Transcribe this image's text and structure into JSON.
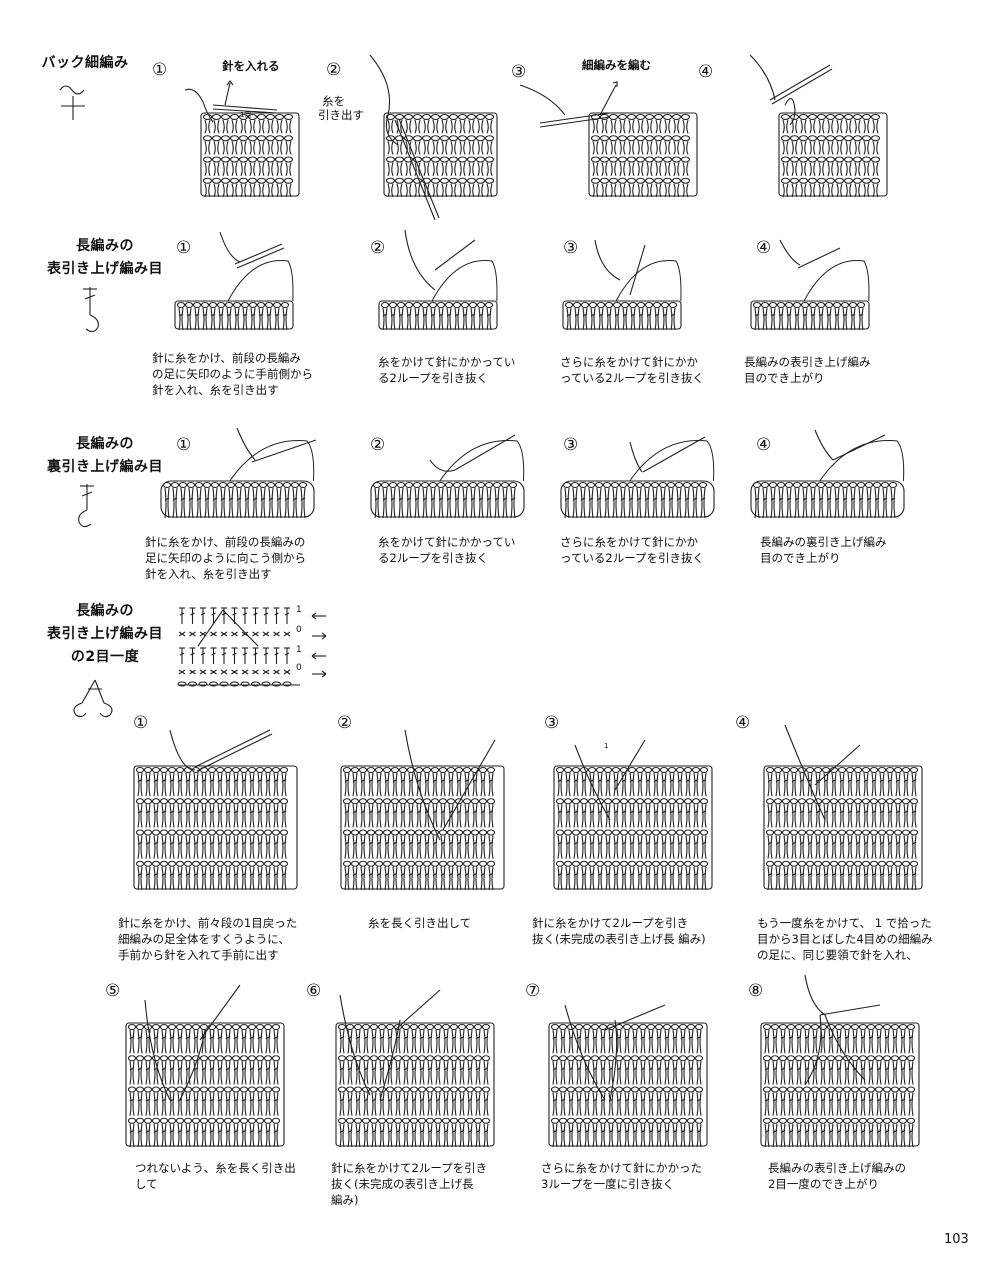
{
  "sections": {
    "back_sc": {
      "title": "バック細編み",
      "steps": [
        "①",
        "②",
        "③",
        "④"
      ],
      "labels": {
        "insert_hook": "針を入れる",
        "first_stitch": "1目",
        "pull_yarn_1": "糸を",
        "pull_yarn_2": "引き出す",
        "work_sc": "細編みを編む"
      }
    },
    "fpdc": {
      "title_1": "長編みの",
      "title_2": "表引き上げ編み目",
      "steps": [
        "①",
        "②",
        "③",
        "④"
      ],
      "captions": [
        [
          "針に糸をかけ、前段の長編み",
          "の足に矢印のように手前側から",
          "針を入れ、糸を引き出す"
        ],
        [
          "糸をかけて針にかかってい",
          "る2ループを引き抜く"
        ],
        [
          "さらに糸をかけて針にかか",
          "っている2ループを引き抜く"
        ],
        [
          "長編みの表引き上げ編み",
          "目のでき上がり"
        ]
      ]
    },
    "bpdc": {
      "title_1": "長編みの",
      "title_2": "裏引き上げ編み目",
      "steps": [
        "①",
        "②",
        "③",
        "④"
      ],
      "captions": [
        [
          "針に糸をかけ、前段の長編みの",
          "足に矢印のように向こう側から",
          "針を入れ、糸を引き出す"
        ],
        [
          "糸をかけて針にかかってい",
          "る2ループを引き抜く"
        ],
        [
          "さらに糸をかけて針にかか",
          "っている2ループを引き抜く"
        ],
        [
          "長編みの裏引き上げ編み",
          "目のでき上がり"
        ]
      ]
    },
    "fpdc2tog": {
      "title_1": "長編みの",
      "title_2": "表引き上げ編み目",
      "title_3": "の2目一度",
      "chart_markers": [
        "1",
        "0",
        "1",
        "0"
      ],
      "steps": [
        "①",
        "②",
        "③",
        "④",
        "⑤",
        "⑥",
        "⑦",
        "⑧"
      ],
      "step3_mark": "1",
      "captions": [
        [
          "針に糸をかけ、前々段の1目戻った",
          "細編みの足全体をすくうように、",
          "手前から針を入れて手前に出す"
        ],
        [
          "糸を長く引き出して"
        ],
        [
          "針に糸をかけて2ループを引き",
          "抜く(未完成の表引き上げ長 編み)"
        ],
        [
          "もう一度糸をかけて、 1 で拾った",
          "目から3目とばした4目めの細編み",
          "の足に、同じ要領で針を入れ、"
        ],
        [
          "つれないよう、糸を長く引き出",
          "して"
        ],
        [
          "針に糸をかけて2ループを引き",
          "抜く(未完成の表引き上げ長",
          "編み)"
        ],
        [
          "さらに糸をかけて針にかかった",
          "3ループを一度に引き抜く"
        ],
        [
          "長編みの表引き上げ編みの",
          "2目一度のでき上がり"
        ]
      ]
    }
  },
  "page_number": "103",
  "colors": {
    "ink": "#222222",
    "yarn_gray": "#9a9a9a",
    "paper": "#ffffff"
  }
}
